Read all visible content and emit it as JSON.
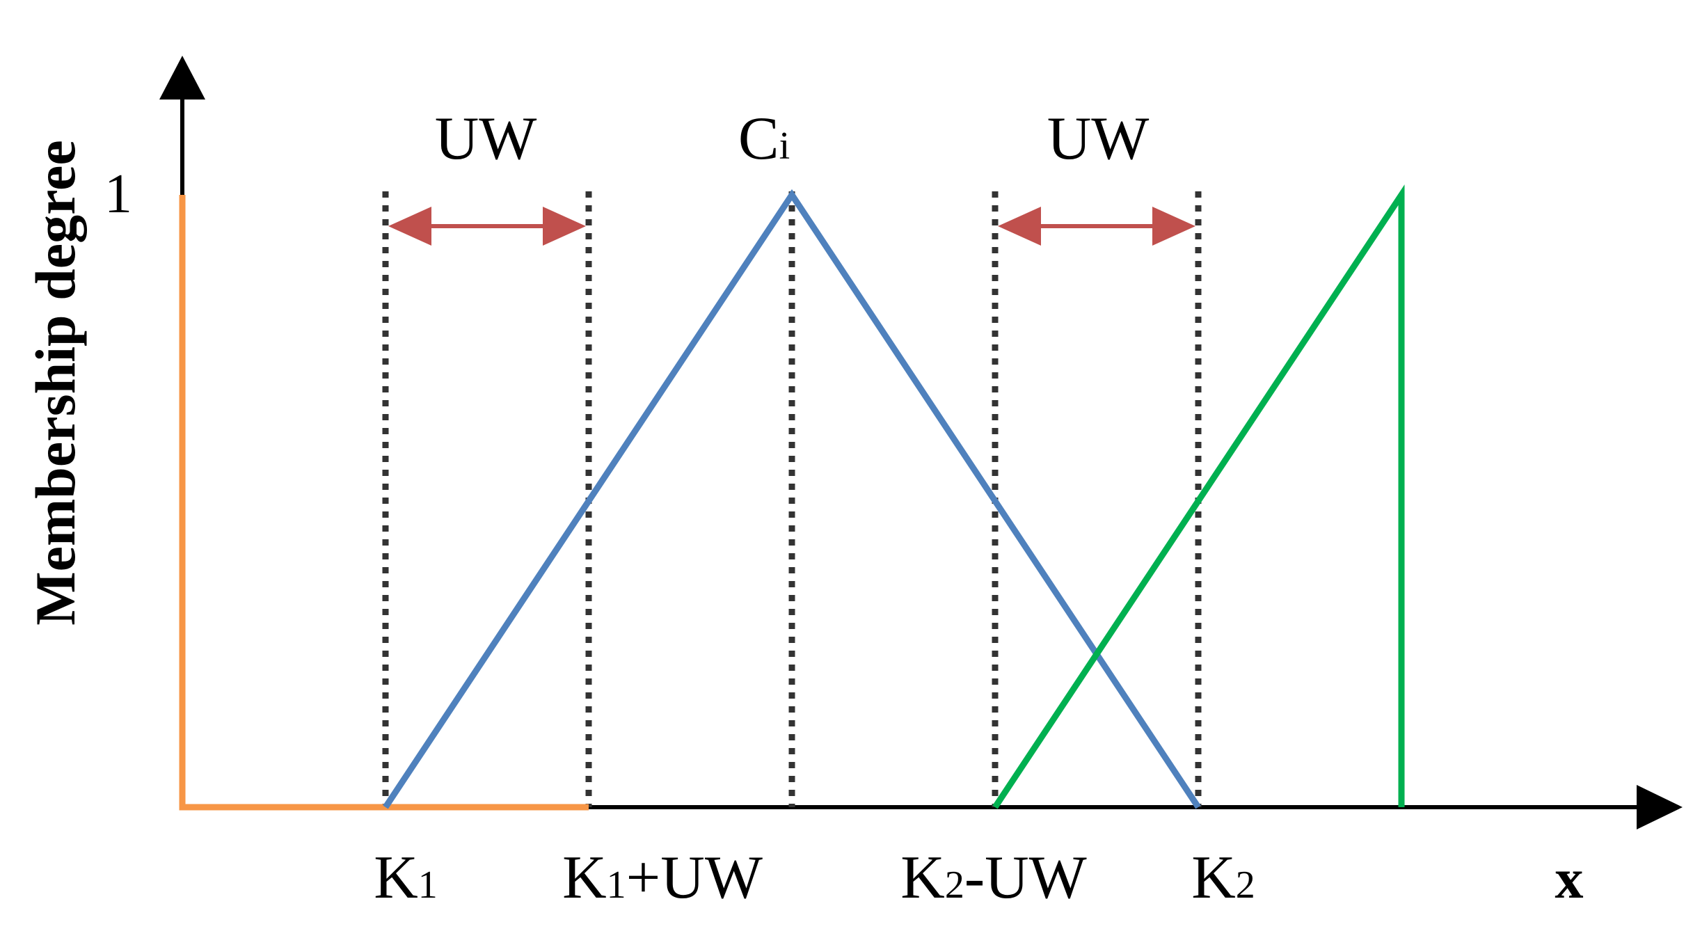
{
  "axes": {
    "y_title": "Membership degree",
    "x_title": "x",
    "y_tick": "1"
  },
  "labels": {
    "k1": {
      "main": "K",
      "sub": "1",
      "rest": ""
    },
    "k1_uw": {
      "main": "K",
      "sub": "1",
      "rest": "+UW"
    },
    "k2_uw": {
      "main": "K",
      "sub": "2",
      "rest": "-UW"
    },
    "k2": {
      "main": "K",
      "sub": "2",
      "rest": ""
    },
    "ci": {
      "main": "C",
      "sub": "i"
    },
    "uw_left": "UW",
    "uw_right": "UW"
  },
  "colors": {
    "orange": "#F79646",
    "blue": "#4F81BD",
    "green": "#00B050",
    "arrow": "#C0504D",
    "dotted": "#333333",
    "axis": "#000000"
  },
  "diagram": {
    "membership_functions": [
      {
        "id": "left-mf",
        "color_key": "orange",
        "points": [
          [
            0,
            1
          ],
          [
            0,
            0
          ],
          [
            2,
            0
          ]
        ]
      },
      {
        "id": "center-mf",
        "color_key": "blue",
        "points": [
          [
            1,
            0
          ],
          [
            3,
            1
          ],
          [
            5,
            0
          ]
        ]
      },
      {
        "id": "right-mf",
        "color_key": "green",
        "points": [
          [
            4,
            0
          ],
          [
            6,
            1
          ],
          [
            6,
            0
          ]
        ]
      }
    ],
    "dotted_guides": [
      1,
      2,
      3,
      4,
      5
    ],
    "uw_arrows": [
      [
        1,
        2
      ],
      [
        4,
        5
      ]
    ]
  }
}
